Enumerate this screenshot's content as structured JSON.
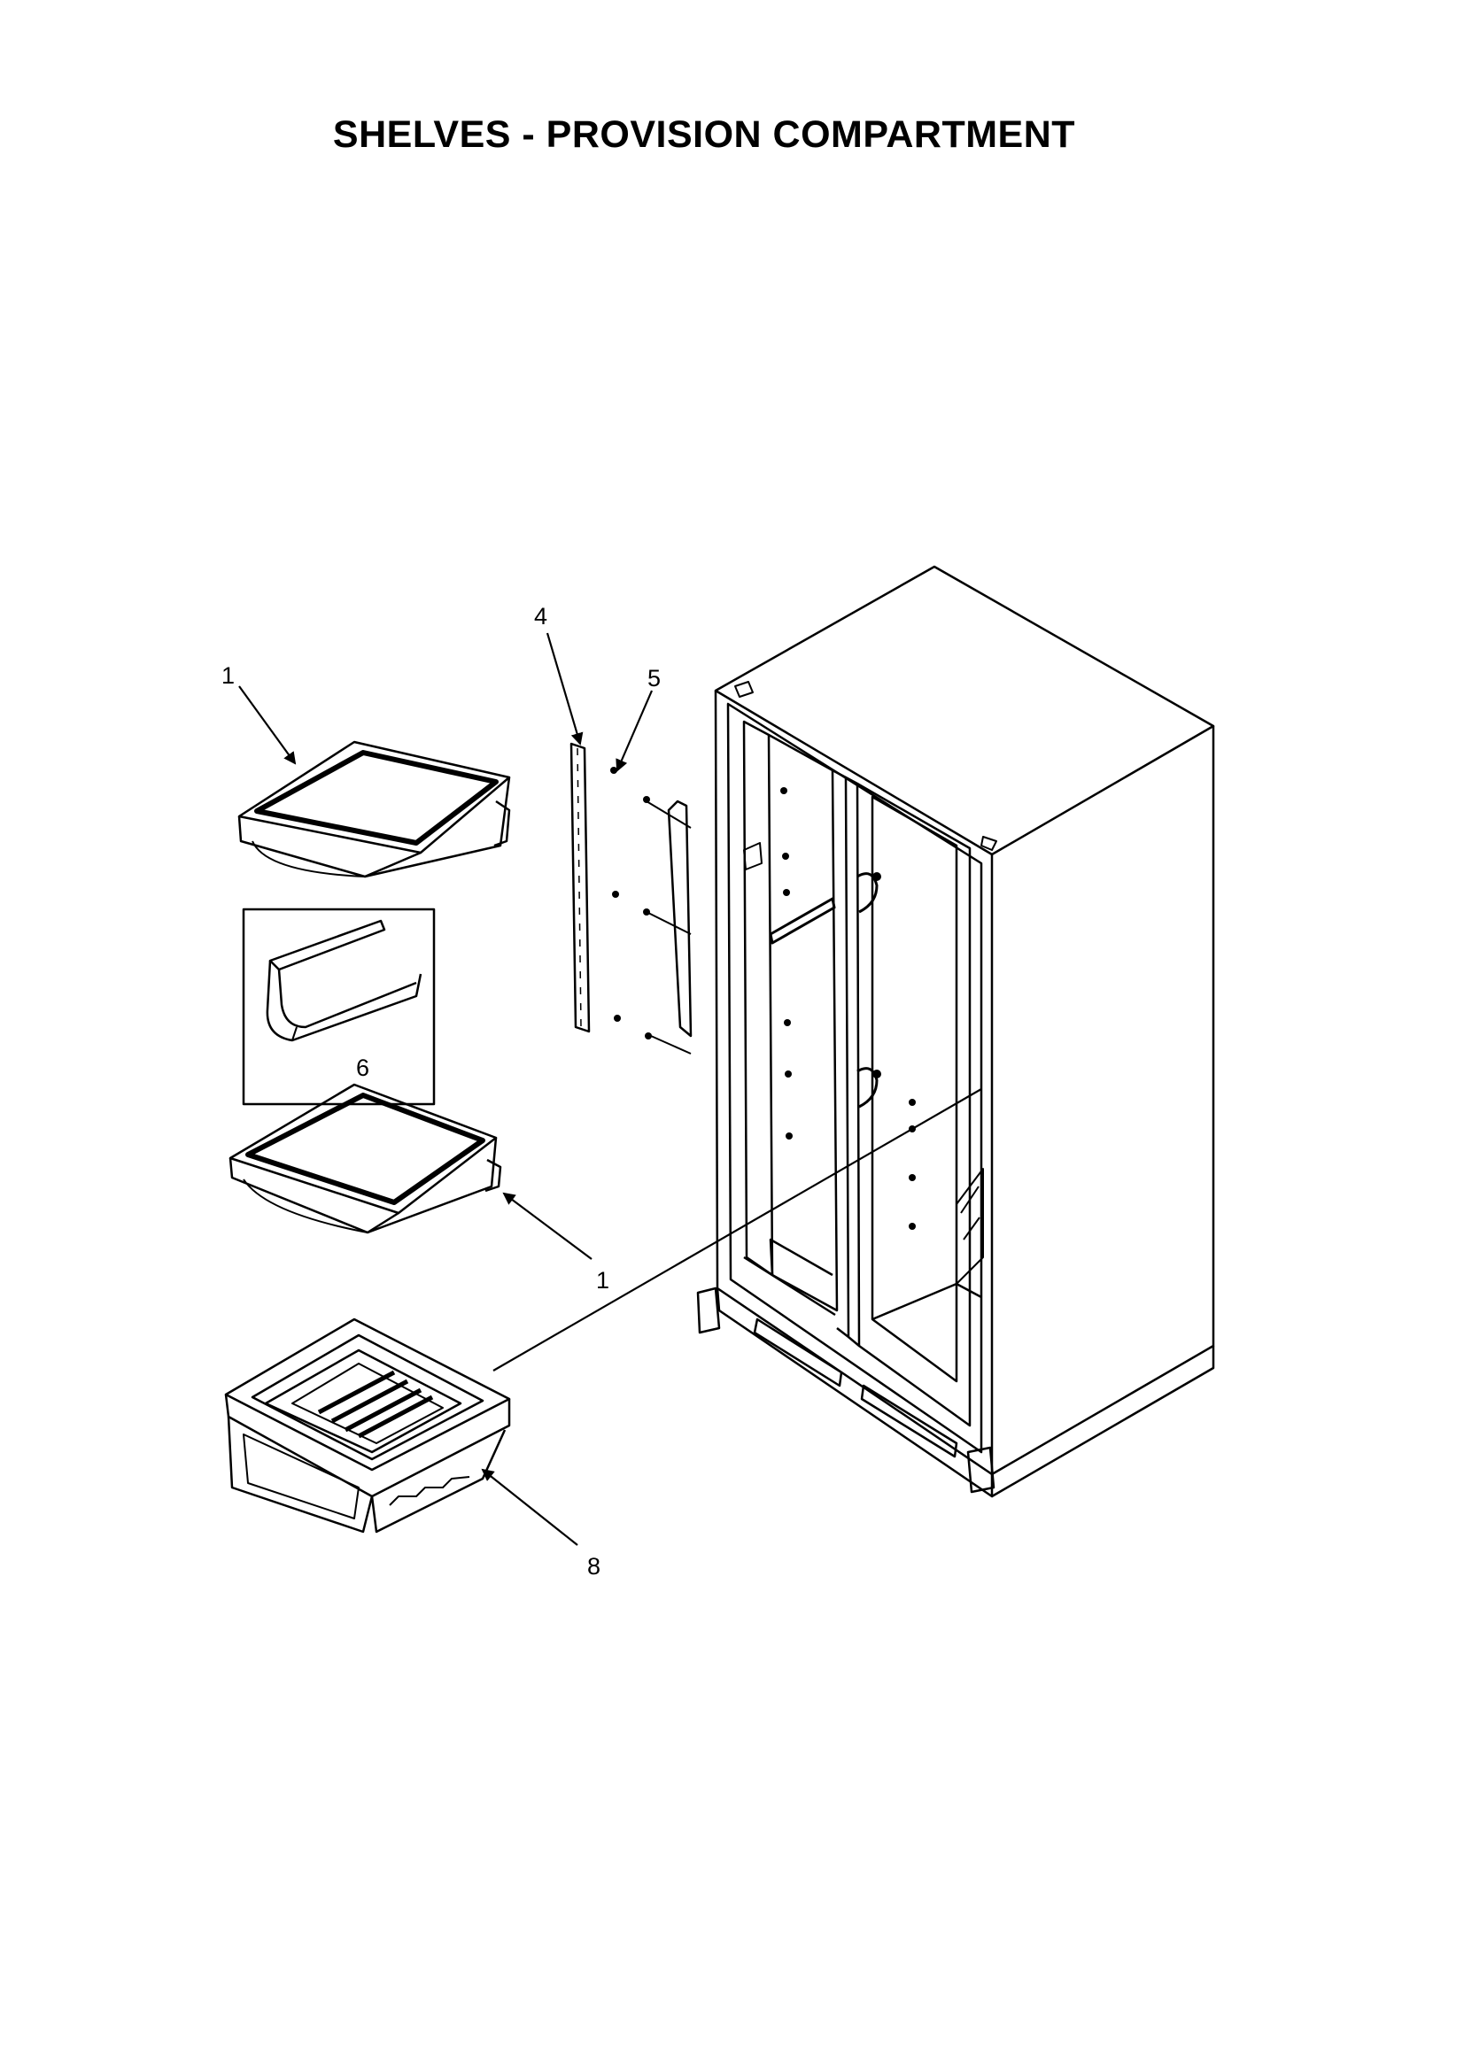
{
  "title": "SHELVES - PROVISION COMPARTMENT",
  "callouts": [
    {
      "id": "shelf-top",
      "label": "1"
    },
    {
      "id": "shelf-middle",
      "label": "1"
    },
    {
      "id": "rail",
      "label": "4"
    },
    {
      "id": "screw",
      "label": "5"
    },
    {
      "id": "shelf-support",
      "label": "6"
    },
    {
      "id": "crisper-drawer",
      "label": "8"
    }
  ],
  "colors": {
    "line": "#000000",
    "background": "#ffffff"
  }
}
